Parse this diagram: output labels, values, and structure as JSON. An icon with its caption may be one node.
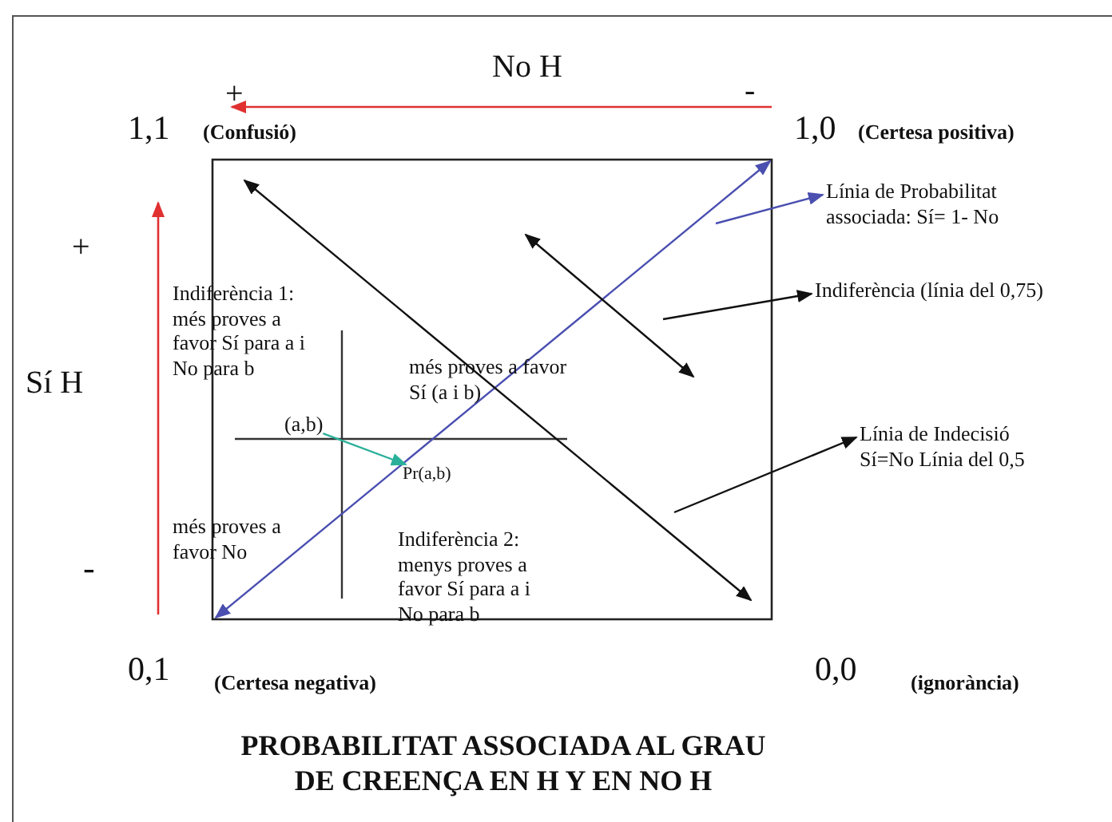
{
  "diagram": {
    "title": "PROBABILITAT ASSOCIADA AL GRAU DE CREENÇA  EN H Y EN NO H",
    "nodes": [
      {
        "text": [
          "(a,b)"
        ]
      },
      {
        "text": [
          "Pr(a,b)"
        ]
      },
      {
        "text": [
          "Línia de Probabilitat associada: Sí= 1- No"
        ]
      },
      {
        "text": [
          "Indiferència (línia del 0,75)"
        ]
      },
      {
        "text": [
          "Línia de Indecisió Sí=No Línia del 0,5"
        ]
      }
    ],
    "edges": [
      {
        "from": 0,
        "to": 1,
        "arrow": "to",
        "color": "#2ab09a"
      },
      {
        "from": null,
        "to": 2,
        "arrow": "to",
        "color": "#4a4fb0"
      },
      {
        "from": null,
        "to": 3,
        "arrow": "to"
      },
      {
        "from": null,
        "to": 4,
        "arrow": "to"
      }
    ],
    "labels": [
      "No H",
      "+",
      "-",
      "1,1",
      "(Confusió)",
      "1,0",
      "(Certesa positiva)",
      "+",
      "Sí  H",
      "Indiferència 1: més proves a favor Sí para a i No para b",
      "més proves a favor Sí (a i b)",
      "més proves a favor No",
      "Indiferència 2: menys proves a favor Sí para a i No para b",
      "-",
      "0,1",
      "(Certesa negativa)",
      "0,0",
      "(ignorància)"
    ]
  }
}
